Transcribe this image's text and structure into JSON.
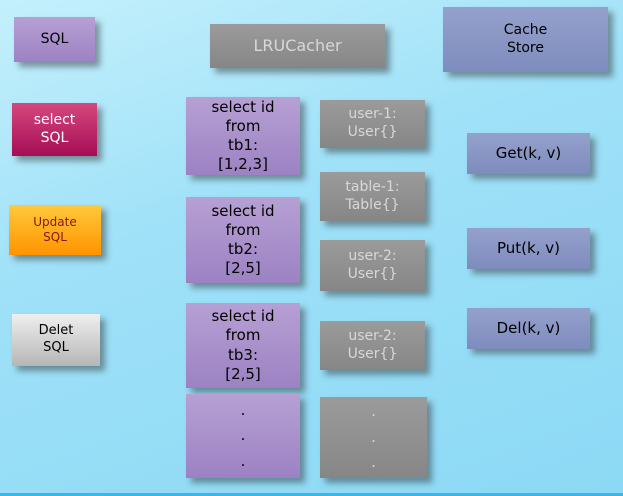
{
  "colors": {
    "background": "#9fe1f8",
    "purple_box": "#9c82c3",
    "magenta_box": "#a50d55",
    "orange_box": "#ff9400",
    "silver_box": "#cfcfcf",
    "gray_box": "#8e8e8e",
    "slate_box": "#8592c2"
  },
  "left_column": {
    "sql": {
      "label": "SQL"
    },
    "select_sql": {
      "line1": "select",
      "line2": "SQL"
    },
    "update_sql": {
      "line1": "Update",
      "line2": "SQL"
    },
    "delete_sql": {
      "line1": "Delet",
      "line2": "SQL"
    }
  },
  "cacher": {
    "title": "LRUCacher"
  },
  "queries": [
    {
      "line1": "select id",
      "line2": "from",
      "line3": "tb1:",
      "line4": "[1,2,3]"
    },
    {
      "line1": "select id",
      "line2": "from",
      "line3": "tb2:",
      "line4": "[2,5]"
    },
    {
      "line1": "select id",
      "line2": "from",
      "line3": "tb3:",
      "line4": "[2,5]"
    },
    {
      "dot1": ".",
      "dot2": ".",
      "dot3": "."
    }
  ],
  "entries": [
    {
      "line1": "user-1:",
      "line2": "User{}"
    },
    {
      "line1": "table-1:",
      "line2": "Table{}"
    },
    {
      "line1": "user-2:",
      "line2": "User{}"
    },
    {
      "line1": "user-2:",
      "line2": "User{}"
    },
    {
      "dot1": ".",
      "dot2": ".",
      "dot3": "."
    }
  ],
  "cache_store": {
    "line1": "Cache",
    "line2": "Store"
  },
  "operations": [
    {
      "label": "Get(k, v)"
    },
    {
      "label": "Put(k, v)"
    },
    {
      "label": "Del(k, v)"
    }
  ]
}
